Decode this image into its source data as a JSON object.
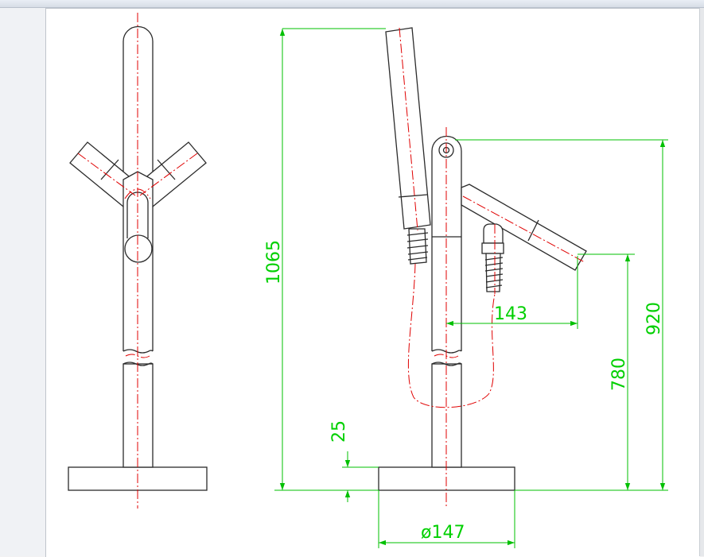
{
  "colors": {
    "outline": "#2b2b2b",
    "centerline": "#e00000",
    "dimension": "#00c000",
    "background": "#ffffff"
  },
  "dimensions": {
    "total_height": "1065",
    "spout_height": "920",
    "outlet_height": "780",
    "spout_reach": "143",
    "base_thickness": "25",
    "base_diameter": "ø147"
  }
}
